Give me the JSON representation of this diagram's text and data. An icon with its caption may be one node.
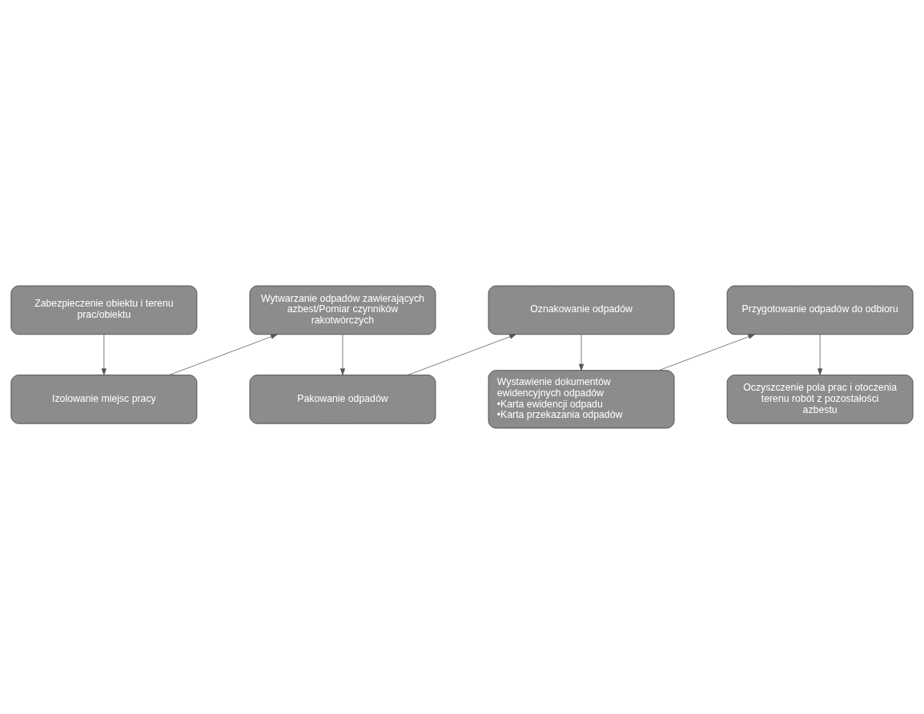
{
  "diagram": {
    "nodes": [
      {
        "text": [
          "Zabezpieczenie obiektu i terenu prac/obiektu"
        ]
      },
      {
        "text": [
          "Izolowanie miejsc pracy"
        ]
      },
      {
        "text": [
          "Wytwarzanie odpadów zawierających azbest/Pomiar czynników rakotwórczych"
        ]
      },
      {
        "text": [
          "Pakowanie odpadów"
        ]
      },
      {
        "text": [
          "Oznakowanie odpadów"
        ]
      },
      {
        "text": [
          "Wystawienie dokumentów ewidencyjnych odpadów",
          "•Karta ewidencji odpadu",
          "•Karta przekazania odpadów"
        ]
      },
      {
        "text": [
          "Przygotowanie odpadów do odbioru"
        ]
      },
      {
        "text": [
          "Oczyszczenie pola prac i otoczenia terenu robót z pozostałości azbestu"
        ]
      }
    ],
    "edges": [
      {
        "from": 0,
        "to": 1,
        "arrow": "to"
      },
      {
        "from": 1,
        "to": 2,
        "arrow": "to"
      },
      {
        "from": 2,
        "to": 3,
        "arrow": "to"
      },
      {
        "from": 3,
        "to": 4,
        "arrow": "to"
      },
      {
        "from": 4,
        "to": 5,
        "arrow": "to"
      },
      {
        "from": 5,
        "to": 6,
        "arrow": "to"
      },
      {
        "from": 6,
        "to": 7,
        "arrow": "to"
      }
    ]
  }
}
